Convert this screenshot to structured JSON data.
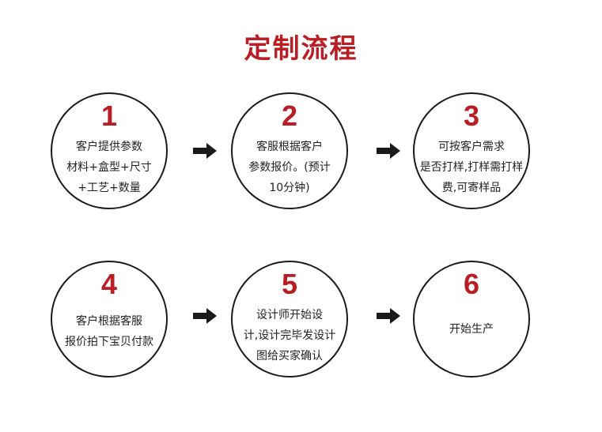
{
  "title": "定制流程",
  "steps": [
    {
      "number": "1",
      "lines": [
        "客户提供参数",
        "材料+盒型+尺寸",
        "+工艺+数量"
      ]
    },
    {
      "number": "2",
      "lines": [
        "客服根据客户",
        "参数报价。(预计",
        "10分钟)"
      ]
    },
    {
      "number": "3",
      "lines": [
        "可按客户需求",
        "是否打样,打样需打样",
        "费,可寄样品"
      ]
    },
    {
      "number": "4",
      "lines": [
        "客户根据客服",
        "报价拍下宝贝付款"
      ]
    },
    {
      "number": "5",
      "lines": [
        "设计师开始设",
        "计,设计完毕发设计",
        "图给买家确认"
      ]
    },
    {
      "number": "6",
      "lines": [
        "开始生产"
      ]
    }
  ],
  "colors": {
    "accent": "#b81e24",
    "outline": "#1a1a1a",
    "text": "#222222"
  },
  "connector_icon": "arrow-right-icon"
}
